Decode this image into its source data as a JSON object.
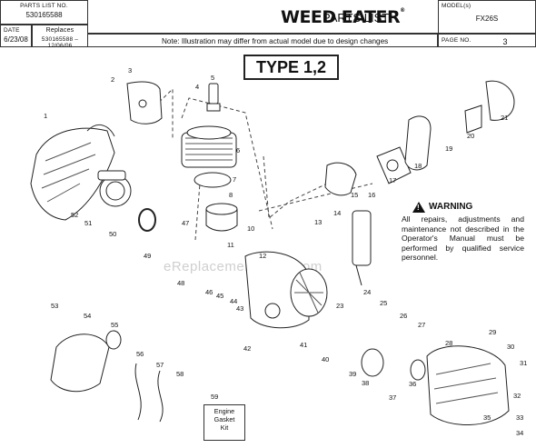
{
  "header": {
    "parts_list_no_label": "PARTS LIST NO.",
    "parts_list_no": "530165588",
    "brand": "WEED EATER",
    "brand_mark": "®",
    "parts_list_title": "PARTS LIST",
    "models_label": "MODEL(s)",
    "model": "FX26S",
    "date_label": "DATE",
    "date": "6/23/08",
    "replaces_label": "Replaces",
    "replaces": "530165588 – 12/06/06",
    "note": "Note: Illustration may differ from actual model due to design changes",
    "page_label": "PAGE    NO.",
    "page_no": "3"
  },
  "type_label": "TYPE 1,2",
  "warning": {
    "title": "WARNING",
    "text": "All repairs, adjustments and maintenance not described in the Operator's Manual must be performed by qualified service personnel."
  },
  "watermark": "eReplacementParts.com",
  "kit": {
    "number": "59",
    "label": "Engine Gasket Kit"
  },
  "part_numbers": [
    "1",
    "2",
    "3",
    "4",
    "5",
    "6",
    "7",
    "8",
    "10",
    "11",
    "12",
    "13",
    "14",
    "15",
    "16",
    "17",
    "18",
    "19",
    "20",
    "21",
    "23",
    "24",
    "25",
    "26",
    "27",
    "28",
    "29",
    "30",
    "31",
    "32",
    "33",
    "34",
    "35",
    "36",
    "37",
    "38",
    "39",
    "40",
    "41",
    "42",
    "43",
    "44",
    "45",
    "46",
    "47",
    "48",
    "49",
    "50",
    "51",
    "52",
    "53",
    "54",
    "55",
    "56",
    "57",
    "58"
  ]
}
